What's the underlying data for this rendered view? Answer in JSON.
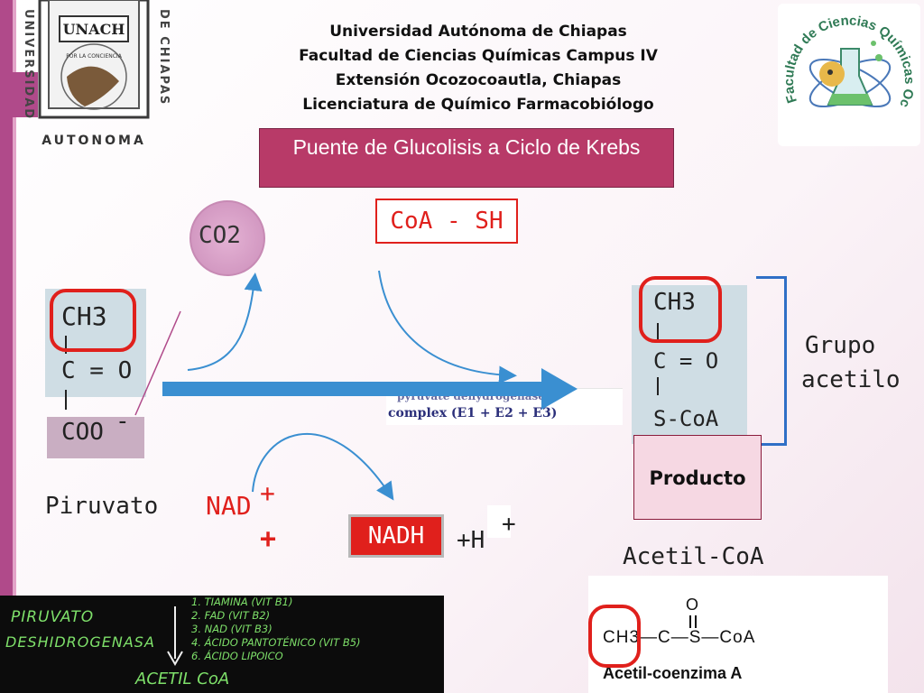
{
  "header": {
    "line1": "Universidad Autónoma de Chiapas",
    "line2": "Facultad de Ciencias Químicas Campus IV",
    "line3": "Extensión Ocozocoautla, Chiapas",
    "line4": "Licenciatura de Químico Farmacobiólogo"
  },
  "title": "Puente de Glucolisis a Ciclo de Krebs",
  "logo_left": {
    "top": "UNACH",
    "left_side": "UNIVERSIDAD",
    "right_side": "DE CHIAPAS",
    "bottom": "AUTONOMA",
    "motto": "POR LA CONCIENCIA"
  },
  "logo_right": {
    "arc_text": "Facultad de Ciencias Químicas Ocozocoautla"
  },
  "piruvato": {
    "ch3": "CH3",
    "co": "C = O",
    "coo": "COO",
    "coo_charge": "-",
    "label": "Piruvato"
  },
  "co2": "CO2",
  "coash": "CoA - SH",
  "enzyme": "complex (E1 + E2 + E3)",
  "enzyme_top": "pyruvate dehydrogenase",
  "nad": {
    "label": "NAD",
    "plus": "+",
    "plus2": "+"
  },
  "nadh": "NADH",
  "h_plus": {
    "label": "+H",
    "plus": "+"
  },
  "acetyl_group": {
    "ch3": "CH3",
    "co": "C = O",
    "scoa": "S-CoA",
    "group_label_1": "Grupo",
    "group_label_2": "acetilo"
  },
  "producto": "Producto",
  "acetil_coa_label": "Acetil-CoA",
  "acetil_structure": {
    "o": "O",
    "formula": "CH3—C—S—CoA",
    "name": "Acetil-coenzima A"
  },
  "blackboard": {
    "left_1": "PIRUVATO",
    "left_2": "DESHIDROGENASA",
    "items": [
      "1. TIAMINA (VIT B1)",
      "2. FAD (VIT B2)",
      "3. NAD (VIT B3)",
      "4. ÁCIDO PANTOTÉNICO (VIT B5)",
      "6. ÁCIDO LIPOICO"
    ],
    "result": "ACETIL CoA"
  },
  "colors": {
    "accent": "#b83a68",
    "red": "#e0201c",
    "blue_arrow": "#3a8fd1",
    "panel": "#cfdde4"
  }
}
